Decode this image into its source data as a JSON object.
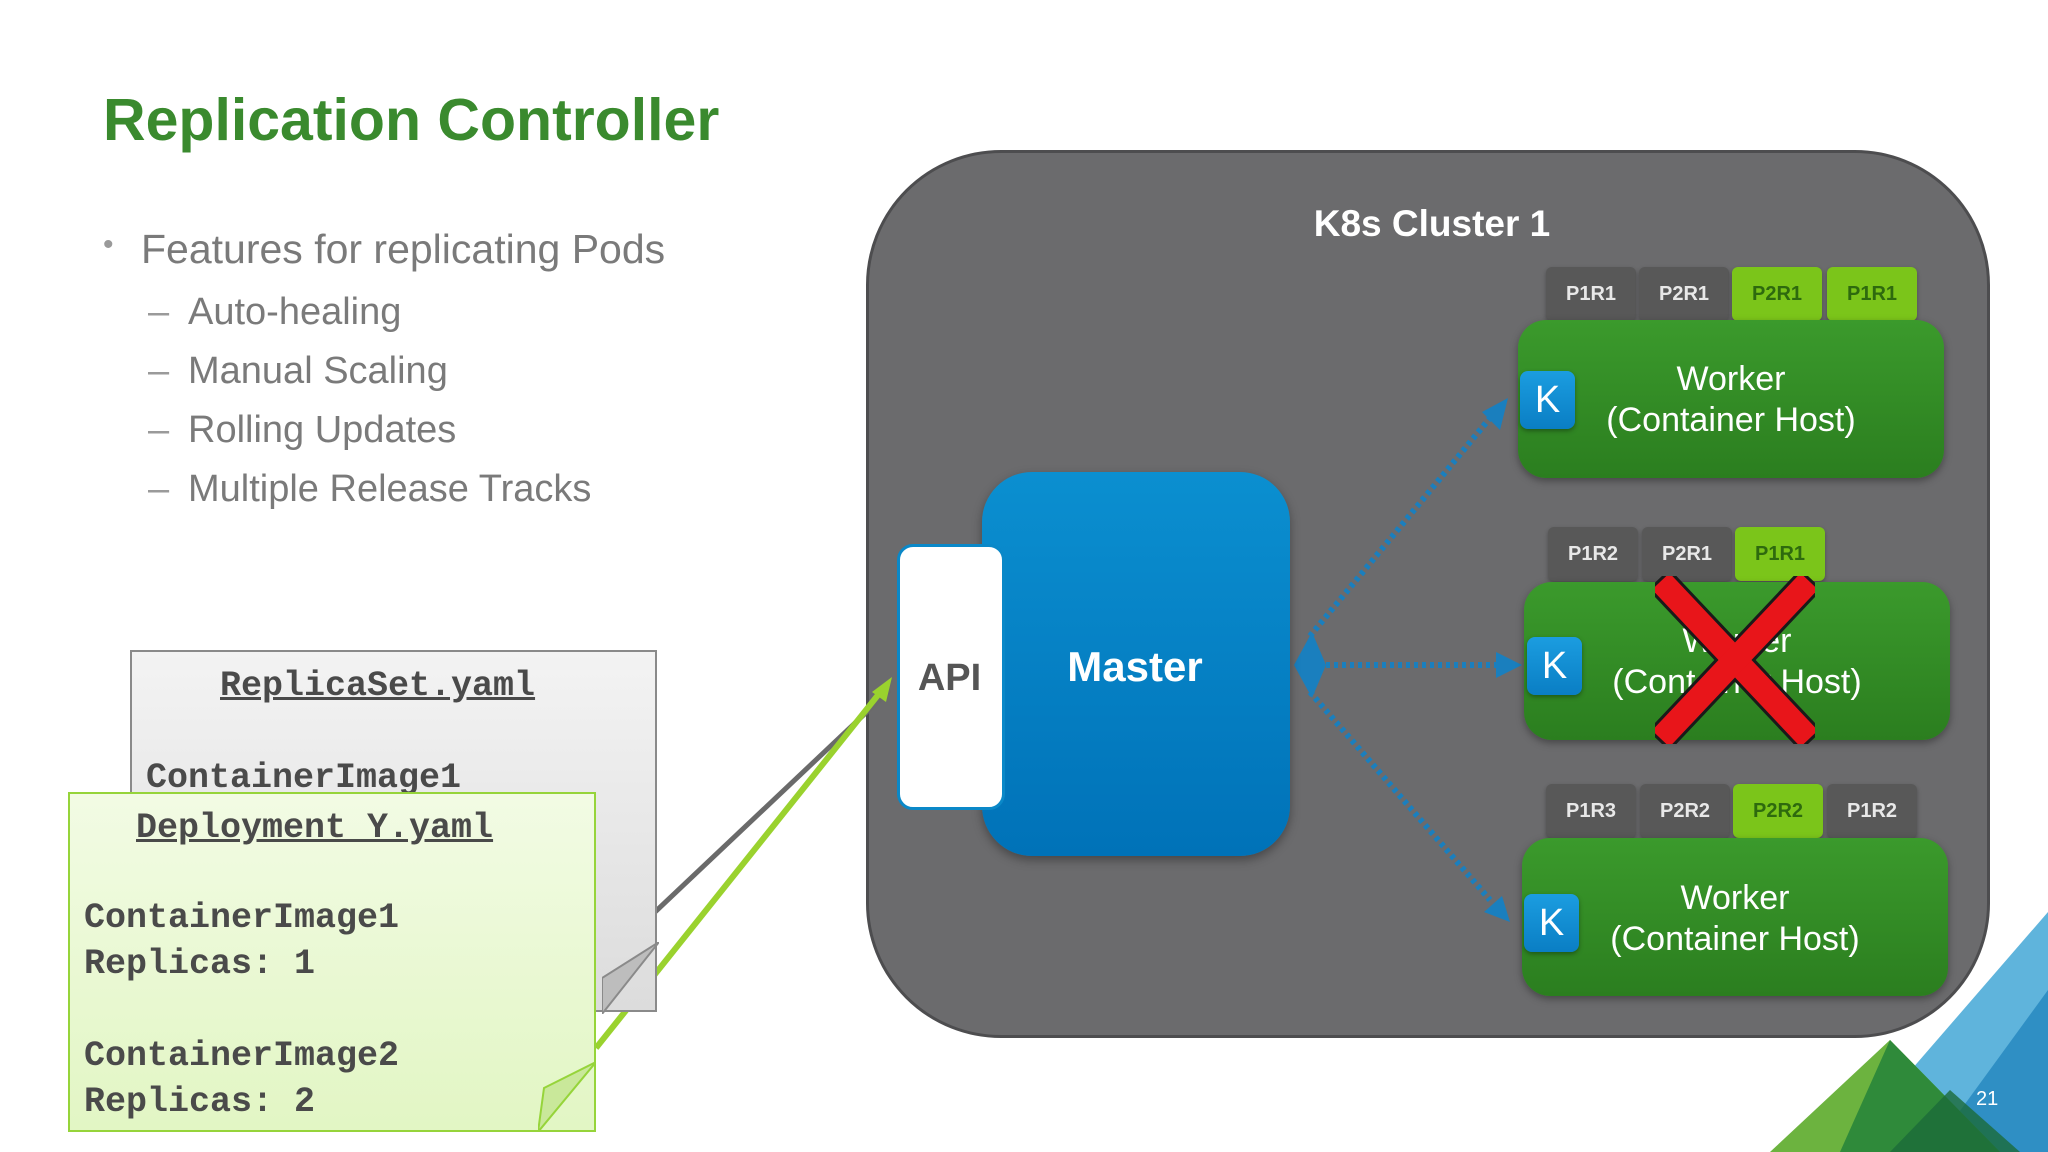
{
  "slide": {
    "title": "Replication Controller",
    "page_number": "21"
  },
  "bullets": {
    "main": "Features for replicating Pods",
    "sub": [
      "Auto-healing",
      "Manual Scaling",
      "Rolling Updates",
      "Multiple Release Tracks"
    ]
  },
  "cluster": {
    "title": "K8s Cluster 1",
    "master_label": "Master",
    "api_label": "API"
  },
  "workers": [
    {
      "line1": "Worker",
      "line2": "(Container Host)",
      "k_label": "K",
      "pods": [
        {
          "label": "P1R1",
          "color": "gray"
        },
        {
          "label": "P2R1",
          "color": "gray"
        },
        {
          "label": "P2R1",
          "color": "lime"
        },
        {
          "label": "P1R1",
          "color": "lime"
        }
      ],
      "failed": false
    },
    {
      "line1": "Worker",
      "line2": "(Container Host)",
      "k_label": "K",
      "pods": [
        {
          "label": "P1R2",
          "color": "gray"
        },
        {
          "label": "P2R1",
          "color": "gray"
        },
        {
          "label": "P1R1",
          "color": "lime"
        }
      ],
      "failed": true
    },
    {
      "line1": "Worker",
      "line2": "(Container Host)",
      "k_label": "K",
      "pods": [
        {
          "label": "P1R3",
          "color": "gray"
        },
        {
          "label": "P2R2",
          "color": "gray"
        },
        {
          "label": "P2R2",
          "color": "lime"
        },
        {
          "label": "P1R2",
          "color": "gray"
        }
      ],
      "failed": false
    }
  ],
  "documents": {
    "replicaset": {
      "title": "ReplicaSet.yaml",
      "line1": "ContainerImage1"
    },
    "deployment": {
      "title": "Deployment_Y.yaml",
      "line1": "ContainerImage1",
      "line2": "Replicas: 1",
      "line3": "ContainerImage2",
      "line4": "Replicas: 2"
    }
  },
  "colors": {
    "title_green": "#3a8a2e",
    "cluster_gray": "#6b6b6d",
    "master_blue": "#0b8fd0",
    "worker_green": "#2e8a22",
    "pod_lime": "#7bc51a",
    "fail_red": "#e8151a"
  }
}
